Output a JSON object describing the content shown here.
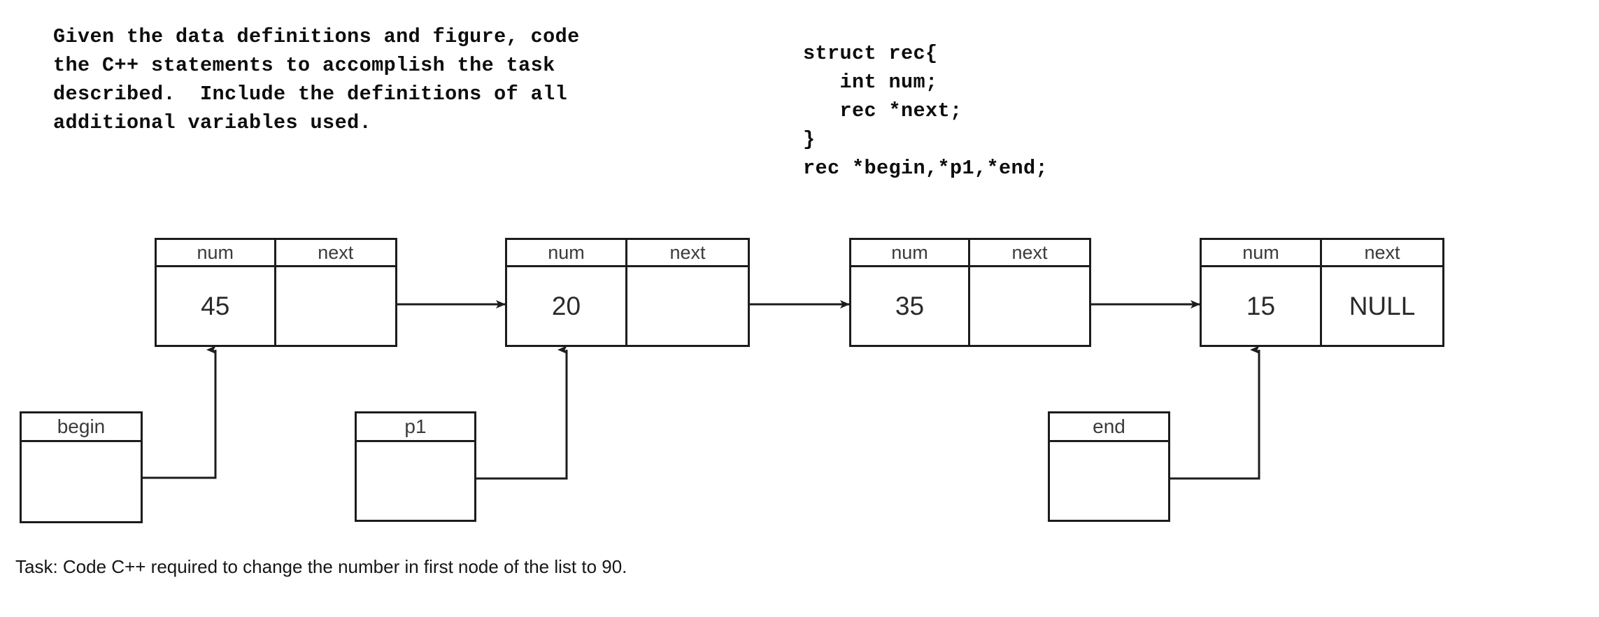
{
  "prompt": {
    "text": "Given the data definitions and figure, code\nthe C++ statements to accomplish the task\ndescribed.  Include the definitions of all\nadditional variables used."
  },
  "struct_definition": {
    "code": "struct rec{\n   int num;\n   rec *next;\n}\nrec *begin,*p1,*end;"
  },
  "diagram": {
    "node_headers": {
      "num": "num",
      "next": "next"
    },
    "nodes": [
      {
        "header_num": "num",
        "header_next": "next",
        "num": "45",
        "next": ""
      },
      {
        "header_num": "num",
        "header_next": "next",
        "num": "20",
        "next": ""
      },
      {
        "header_num": "num",
        "header_next": "next",
        "num": "35",
        "next": ""
      },
      {
        "header_num": "num",
        "header_next": "next",
        "num": "15",
        "next": "NULL"
      }
    ],
    "pointers": [
      {
        "label": "begin",
        "points_to_node": 1
      },
      {
        "label": "p1",
        "points_to_node": 2
      },
      {
        "label": "end",
        "points_to_node": 4
      }
    ],
    "line_color": "#1c1c1c"
  },
  "task": {
    "text": "Task: Code C++ required to change the number in first node of the list to 90."
  }
}
